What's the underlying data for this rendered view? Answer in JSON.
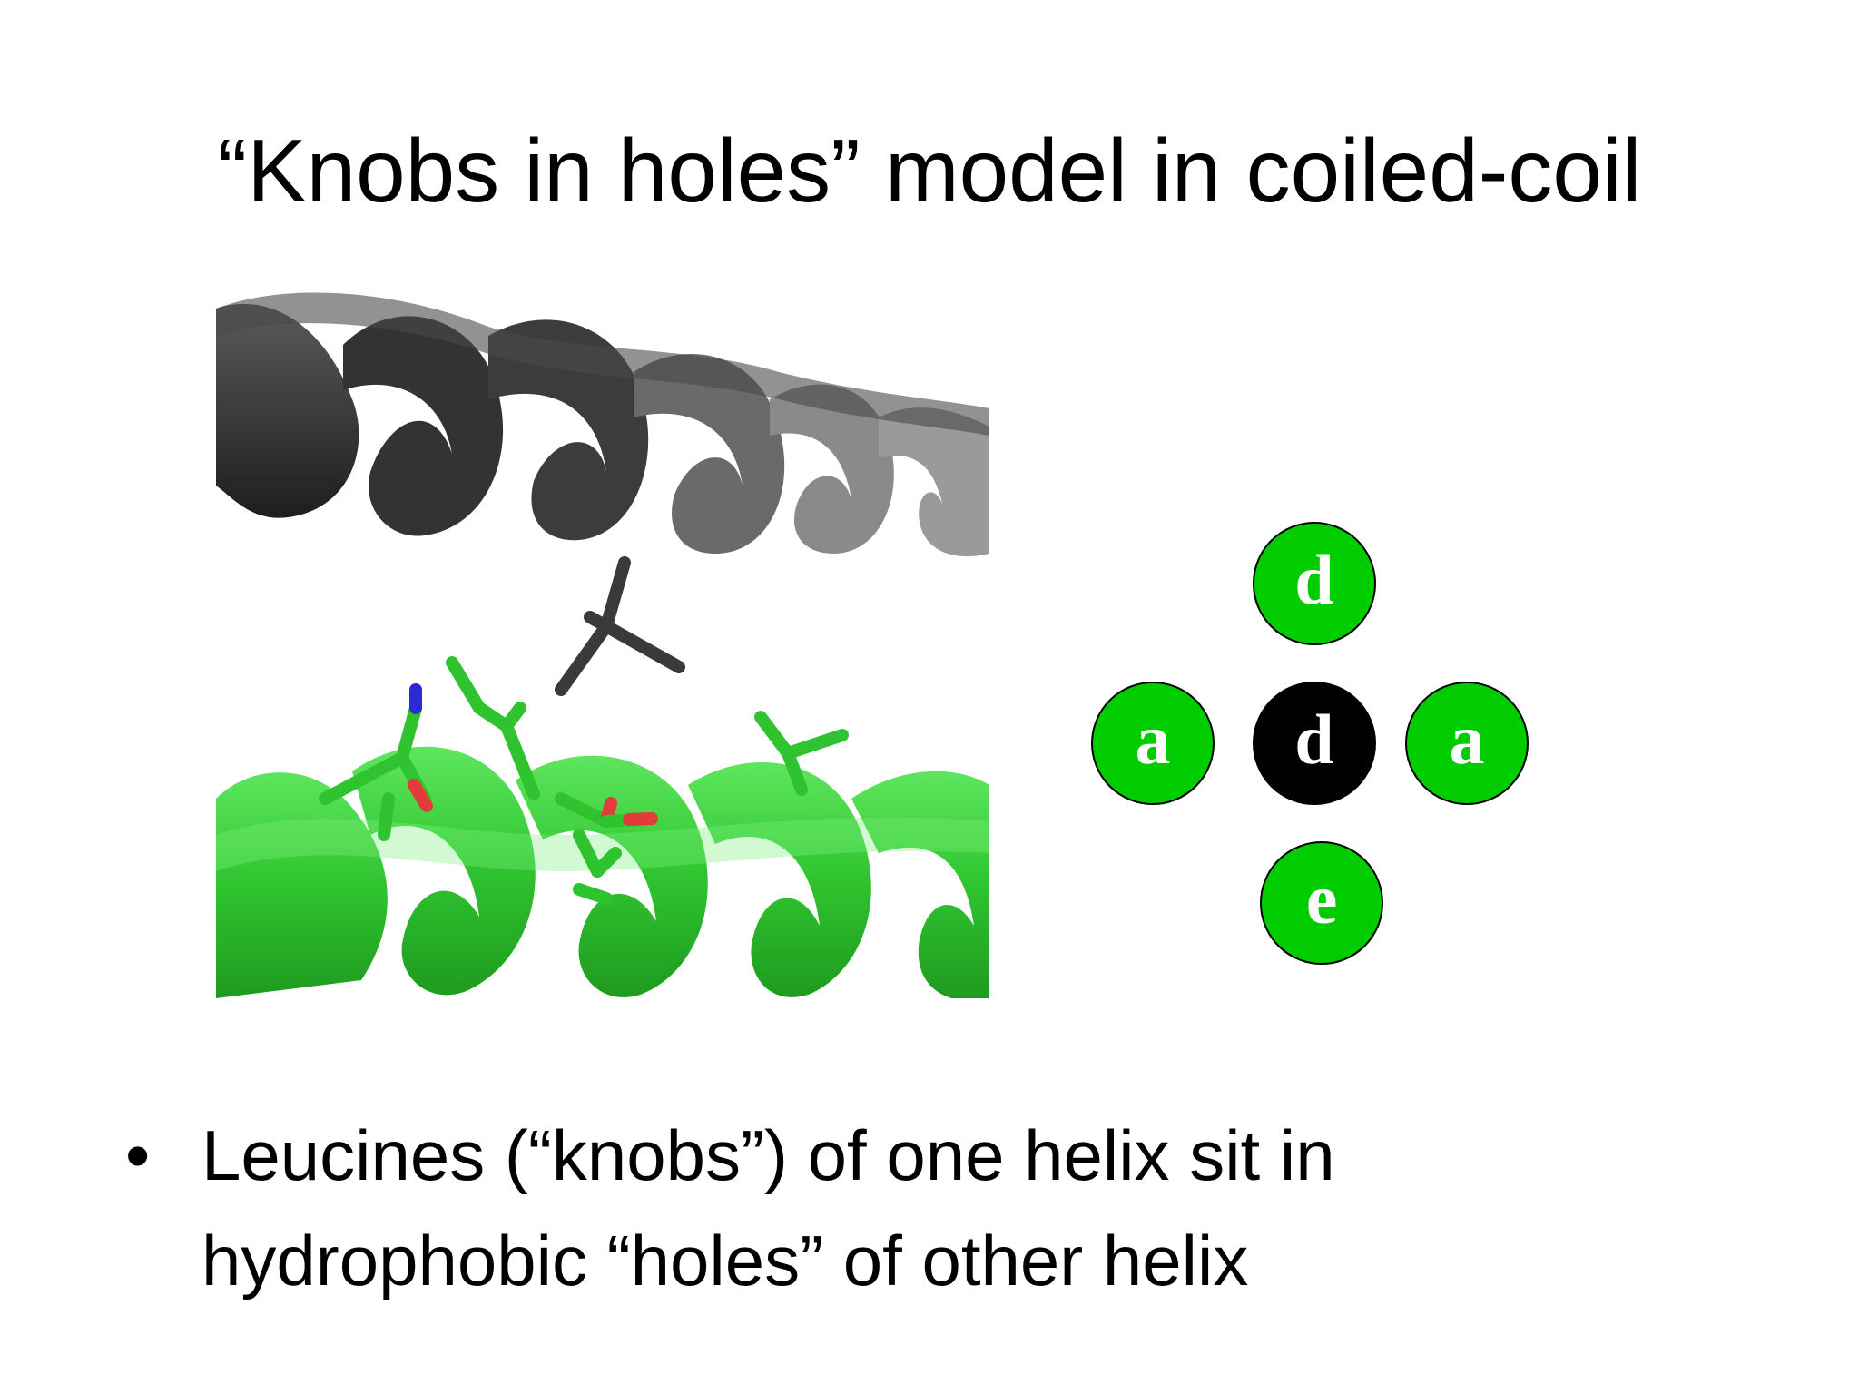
{
  "slide": {
    "title": "“Knobs in holes” model in coiled-coil",
    "bullet_glyph": "•",
    "bullet_line1": "Leucines (“knobs”) of one helix sit in",
    "bullet_line2": "hydrophobic “holes” of other helix"
  },
  "diagram": {
    "top": "d",
    "left": "a",
    "center": "d",
    "right": "a",
    "bottom": "e"
  },
  "colors": {
    "helix_top": "#2f2f2f",
    "helix_bottom": "#33cc33",
    "circle_green": "#00cc00",
    "circle_center": "#000000",
    "oxygen": "#e23b3b",
    "nitrogen": "#2b2bd6"
  }
}
